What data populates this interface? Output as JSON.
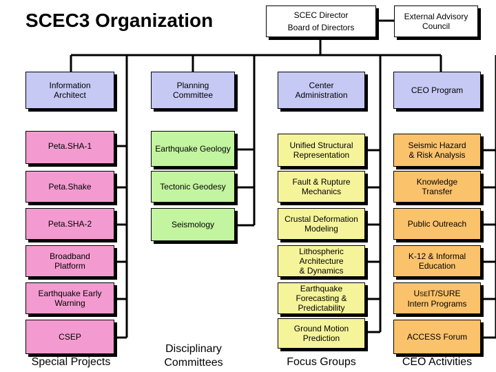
{
  "title": "SCEC3 Organization",
  "header": {
    "director": "SCEC Director\nBoard of Directors",
    "advisory": "External Advisory\nCouncil"
  },
  "columns": {
    "special": {
      "label": "Special Projects",
      "items": [
        "Information\nArchitect",
        "Peta.SHA-1",
        "Peta.Shake",
        "Peta.SHA-2",
        "Broadband\nPlatform",
        "Earthquake Early\nWarning",
        "CSEP"
      ]
    },
    "disciplinary": {
      "label": "Disciplinary\nCommittees",
      "items": [
        "Planning\nCommittee",
        "Earthquake Geology",
        "Tectonic Geodesy",
        "Seismology"
      ]
    },
    "focus": {
      "label": "Focus Groups",
      "items": [
        "Center\nAdministration",
        "Unified Structural\nRepresentation",
        "Fault & Rupture\nMechanics",
        "Crustal Deformation\nModeling",
        "Lithospheric\nArchitecture\n& Dynamics",
        "Earthquake\nForecasting &\nPredictability",
        "Ground Motion\nPrediction"
      ]
    },
    "ceo": {
      "label": "CEO Activities",
      "items": [
        "CEO Program",
        "Seismic Hazard\n& Risk Analysis",
        "Knowledge\nTransfer",
        "Public Outreach",
        "K-12 & Informal\nEducation"
      ],
      "useit_prefix": "U",
      "useit_smallcaps": "SE",
      "useit_rest": "IT/SURE",
      "useit_line2": "Intern Programs",
      "access": "ACCESS Forum"
    }
  },
  "colors": {
    "white": "#ffffff",
    "lavender": "#c6c9f4",
    "pink": "#f39bd0",
    "green": "#c3f4a0",
    "yellow": "#f6f49a",
    "orange": "#fbc26c",
    "line": "#000000"
  }
}
